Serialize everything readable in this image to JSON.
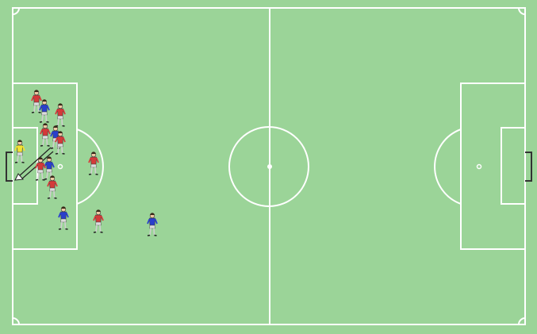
{
  "pitch": {
    "colors": {
      "grass": "#9bd498",
      "lines": "#ffffff",
      "goal": "#333333",
      "team_red": "#d43a3a",
      "team_blue": "#2a3fcc",
      "goalkeeper": "#f2e233",
      "shorts": "#dcdcdc",
      "arrow": "#222222"
    },
    "elements": [
      "halfway-line",
      "center-circle",
      "center-spot",
      "penalty-areas",
      "goal-areas",
      "penalty-spots",
      "penalty-arcs",
      "corner-arcs",
      "goals"
    ]
  },
  "players": [
    {
      "team": "red",
      "role": "attacker"
    },
    {
      "team": "blue",
      "role": "defender"
    },
    {
      "team": "red",
      "role": "attacker"
    },
    {
      "team": "red",
      "role": "attacker"
    },
    {
      "team": "blue",
      "role": "defender"
    },
    {
      "team": "red",
      "role": "attacker"
    },
    {
      "team": "red",
      "role": "attacker"
    },
    {
      "team": "blue",
      "role": "defender"
    },
    {
      "team": "red",
      "role": "attacker"
    },
    {
      "team": "red",
      "role": "attacker"
    },
    {
      "team": "blue",
      "role": "defender"
    },
    {
      "team": "red",
      "role": "attacker"
    },
    {
      "team": "blue",
      "role": "defender"
    },
    {
      "team": "yellow",
      "role": "goalkeeper"
    }
  ],
  "annotations": [
    {
      "type": "pass-arrow",
      "from": "penalty-spot-area",
      "to": "goal-left"
    }
  ]
}
